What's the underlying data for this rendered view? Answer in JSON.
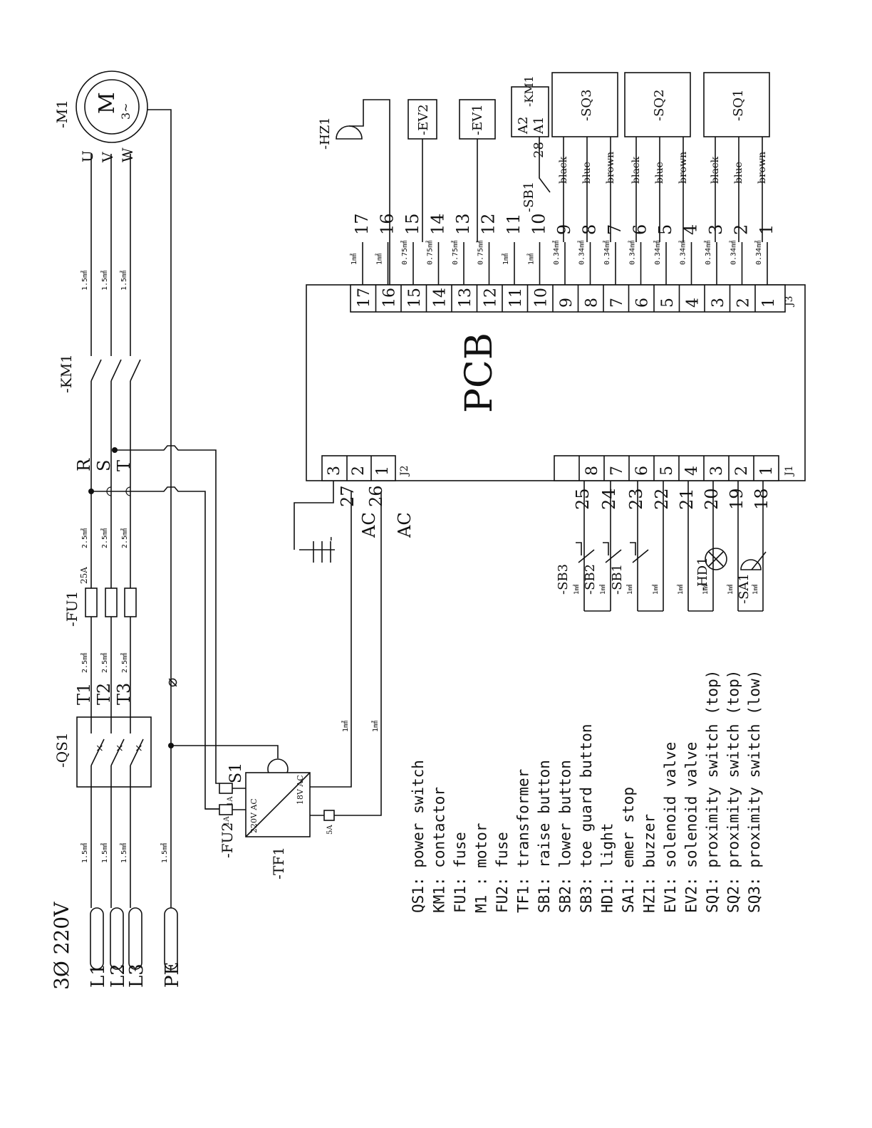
{
  "supply": {
    "title": "3Ø 220V",
    "lines": [
      "L1",
      "L2",
      "L3"
    ],
    "pe": "PE"
  },
  "motor": {
    "ref": "-M1",
    "symbol": "M",
    "phase": "3~",
    "terminals": [
      "U",
      "V",
      "W"
    ]
  },
  "contactor": {
    "ref": "-KM1"
  },
  "switch_qs1": {
    "ref": "-QS1"
  },
  "fuse_fu1": {
    "ref": "-FU1",
    "rating": "25A"
  },
  "fuse_fu2": {
    "ref": "-FU2",
    "rating": "1A",
    "rating2": "1A"
  },
  "transformer": {
    "ref": "-TF1",
    "primary": "220V AC",
    "secondary": "18V AC",
    "fuse": "5A",
    "s1": "S1"
  },
  "phase_labels": {
    "T": [
      "T1",
      "T2",
      "T3"
    ],
    "RST": [
      "R",
      "S",
      "T"
    ],
    "phi": "⌀"
  },
  "wire_sizes": {
    "w15": "1.5㎟",
    "w25": "2.5㎟",
    "w1": "1㎟",
    "w075": "0.75㎟",
    "w034": "0.34㎟"
  },
  "pcb": {
    "label": "PCB",
    "j3": "J3",
    "j2": "J2",
    "j1": "J1",
    "j3_pins": [
      "17",
      "16",
      "15",
      "14",
      "13",
      "12",
      "11",
      "10",
      "9",
      "8",
      "7",
      "6",
      "5",
      "4",
      "3",
      "2",
      "1"
    ],
    "j2_pins": [
      "3",
      "2",
      "1"
    ],
    "j1_pins": [
      "8",
      "7",
      "6",
      "5",
      "4",
      "3",
      "2",
      "1"
    ]
  },
  "wire_numbers_top": [
    "17",
    "16",
    "15",
    "14",
    "13",
    "12",
    "11",
    "10",
    "9",
    "8",
    "7",
    "6",
    "5",
    "4",
    "3",
    "2",
    "1"
  ],
  "wire_numbers_j2": [
    "27",
    "26"
  ],
  "ac_labels": [
    "AC",
    "AC"
  ],
  "ground_label": "-",
  "wire_numbers_bottom": [
    "25",
    "24",
    "23",
    "22",
    "21",
    "20",
    "19",
    "18"
  ],
  "top_devices": {
    "hz1": "-HZ1",
    "ev2": "-EV2",
    "ev1": "-EV1",
    "km1coil": "-KM1",
    "a2": "A2",
    "a1": "A1",
    "w28": "28",
    "sb1": "-SB1",
    "sq3": "-SQ3",
    "sq2": "-SQ2",
    "sq1": "-SQ1",
    "sq_colors": [
      "black",
      "blue",
      "brown"
    ]
  },
  "bottom_devices": {
    "sb3": "-SB3",
    "sb2": "-SB2",
    "sb1": "-SB1",
    "hd1": "-HD1",
    "sa1": "-SA1"
  },
  "legend": [
    "QS1: power switch",
    "KM1: contactor",
    "FU1: fuse",
    "M1 : motor",
    "FU2: fuse",
    "TF1: transformer",
    "SB1: raise button",
    "SB2: lower button",
    "SB3: toe guard button",
    "HD1: light",
    "SA1: emer stop",
    "HZ1: buzzer",
    "EV1: solenoid valve",
    "EV2: solenoid valve",
    "SQ1: proximity switch (top)",
    "SQ2: proximity switch (top)",
    "SQ3: proximity switch (low)"
  ]
}
